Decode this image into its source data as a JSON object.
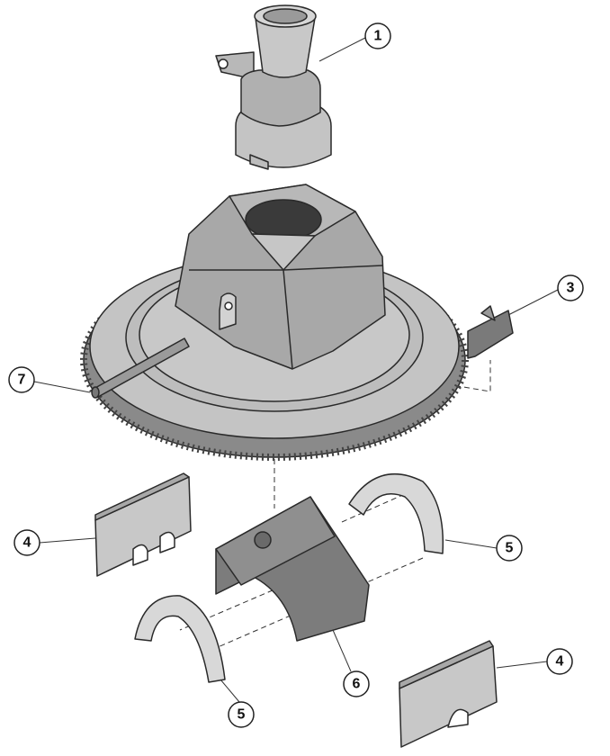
{
  "diagram": {
    "type": "exploded-parts-view",
    "callouts": [
      {
        "id": "callout-1",
        "label": "1"
      },
      {
        "id": "callout-3",
        "label": "3"
      },
      {
        "id": "callout-7",
        "label": "7"
      },
      {
        "id": "callout-4a",
        "label": "4"
      },
      {
        "id": "callout-5a",
        "label": "5"
      },
      {
        "id": "callout-6",
        "label": "6"
      },
      {
        "id": "callout-4b",
        "label": "4"
      },
      {
        "id": "callout-5b",
        "label": "5"
      }
    ],
    "colors": {
      "light": "#c8c8c8",
      "mid": "#a9a9a9",
      "dark": "#7e7e7e",
      "outline": "#2a2a2a"
    }
  }
}
